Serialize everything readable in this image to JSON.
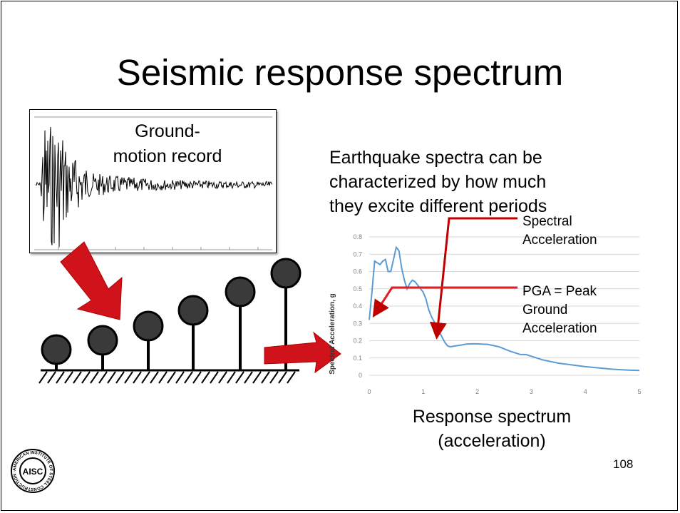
{
  "slide": {
    "title": "Seismic response spectrum",
    "record_label_line1": "Ground-",
    "record_label_line2": "motion record",
    "description_line1": "Earthquake spectra can be",
    "description_line2": "characterized by how much",
    "description_line3": "they excite different periods",
    "spectral_label_line1": "Spectral",
    "spectral_label_line2": "Acceleration",
    "pga_label_line1": "PGA = Peak",
    "pga_label_line2": "Ground",
    "pga_label_line3": "Acceleration",
    "response_label_line1": "Response spectrum",
    "response_label_line2": "(acceleration)",
    "page_number": "108",
    "logo_text": "AMERICAN INSTITUTE OF STEEL CONSTRUCTION · FOUNDED 1921 ·",
    "logo_monogram": "AISC"
  },
  "colors": {
    "arrow_red": "#d0121b",
    "annotation_red": "#c00000",
    "spectrum_line": "#5b9bd5",
    "pendulum_fill": "#3a3a3a",
    "axis_text": "#7f7f7f"
  },
  "chart_data": {
    "type": "line",
    "title": "",
    "xlabel": "",
    "ylabel": "Spectral Acceleration, g",
    "xlim": [
      0,
      5
    ],
    "ylim": [
      0,
      0.8
    ],
    "x_ticks": [
      "0",
      "1",
      "2",
      "3",
      "4",
      "5"
    ],
    "y_ticks": [
      "0",
      "0.1",
      "0.2",
      "0.3",
      "0.4",
      "0.5",
      "0.6",
      "0.7",
      "0.8"
    ],
    "grid": true,
    "series": [
      {
        "x": [
          0,
          0.05,
          0.1,
          0.15,
          0.2,
          0.25,
          0.3,
          0.35,
          0.4,
          0.45,
          0.5,
          0.55,
          0.6,
          0.65,
          0.7,
          0.75,
          0.8,
          0.85,
          0.9,
          0.95,
          1.0,
          1.05,
          1.1,
          1.15,
          1.2,
          1.25,
          1.3,
          1.35,
          1.4,
          1.45,
          1.5,
          1.6,
          1.7,
          1.8,
          1.9,
          2.0,
          2.2,
          2.4,
          2.6,
          2.8,
          2.9,
          3.0,
          3.2,
          3.5,
          4.0,
          4.5,
          4.8,
          5.0
        ],
        "y": [
          0.32,
          0.48,
          0.66,
          0.65,
          0.64,
          0.66,
          0.67,
          0.6,
          0.6,
          0.67,
          0.74,
          0.72,
          0.62,
          0.55,
          0.5,
          0.53,
          0.55,
          0.54,
          0.52,
          0.5,
          0.48,
          0.44,
          0.38,
          0.34,
          0.31,
          0.28,
          0.25,
          0.22,
          0.19,
          0.17,
          0.165,
          0.17,
          0.175,
          0.18,
          0.182,
          0.182,
          0.178,
          0.165,
          0.14,
          0.12,
          0.12,
          0.11,
          0.09,
          0.07,
          0.05,
          0.035,
          0.03,
          0.028
        ]
      }
    ]
  }
}
